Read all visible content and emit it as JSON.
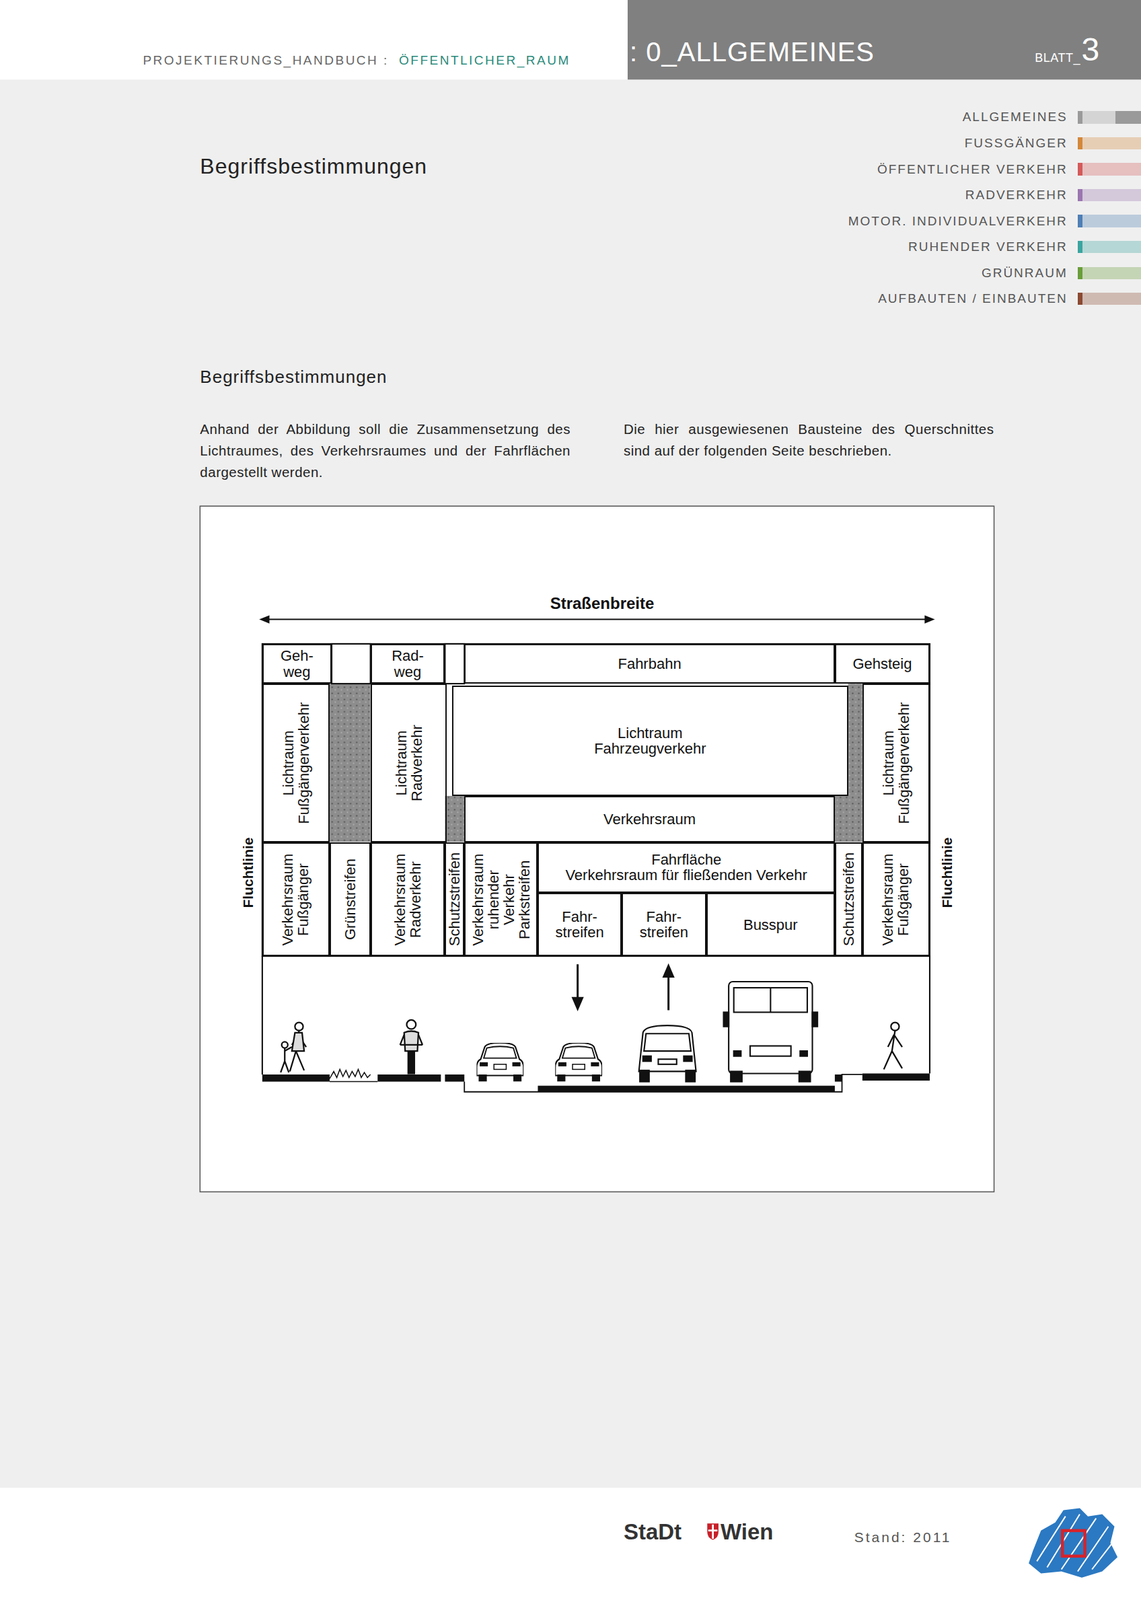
{
  "diagram": {
    "title": "Begriffsbestimmungen",
    "nodes": [
      {
        "text": [
          "Geh- weg"
        ]
      },
      {
        "text": [
          "Rad- weg"
        ]
      },
      {
        "text": [
          "Fahrbahn"
        ]
      },
      {
        "text": [
          "Gehsteig"
        ]
      },
      {
        "text": [
          "Lichtraum Fußgängerverkehr"
        ]
      },
      {
        "text": [
          "Lichtraum Radverkehr"
        ]
      },
      {
        "text": [
          "Lichtraum Fahrzeugverkehr"
        ]
      },
      {
        "text": [
          "Verkehrsraum"
        ]
      },
      {
        "text": [
          "Lichtraum Fußgängerverkehr"
        ]
      },
      {
        "text": [
          "Verkehrsraum Fußgänger"
        ]
      },
      {
        "text": [
          "Grünstreifen"
        ]
      },
      {
        "text": [
          "Verkehrsraum Radverkehr"
        ]
      },
      {
        "text": [
          "Schutzstreifen"
        ]
      },
      {
        "text": [
          "Verkehrsraum ruhender Verkehr Parkstreifen"
        ]
      },
      {
        "text": [
          "Fahrfläche",
          "Verkehrsraum für fließenden Verkehr"
        ]
      },
      {
        "text": [
          "Fahr- streifen"
        ]
      },
      {
        "text": [
          "Fahr- streifen"
        ]
      },
      {
        "text": [
          "Busspur"
        ]
      },
      {
        "text": [
          "Schutzstreifen"
        ]
      },
      {
        "text": [
          "Verkehrsraum Fußgänger"
        ]
      }
    ],
    "labels": [
      "PROJEKTIERUNGS_HANDBUCH :",
      "ÖFFENTLICHER_RAUM",
      ": 0_ALLGEMEINES",
      "BLATT_",
      "3",
      "Begriffsbestimmungen",
      "Anhand der Abbildung soll die Zusammensetzung des Lichtraumes, des Verkehrsraumes und der Fahrflächen dargestellt werden.",
      "Die hier ausgewiesenen Bausteine des Querschnittes sind auf der folgenden Seite beschrieben.",
      "Straßenbreite",
      "Fluchtlinie",
      "Fluchtlinie",
      "StaDt",
      "Wien",
      "Stand: 2011"
    ],
    "legend": [
      {
        "text": "ALLGEMEINES",
        "color": "#9a9a9a"
      },
      {
        "text": "FUSSGÄNGER",
        "color": "#d4883a"
      },
      {
        "text": "ÖFFENTLICHER VERKEHR",
        "color": "#d45a5a"
      },
      {
        "text": "RADVERKEHR",
        "color": "#9b76b0"
      },
      {
        "text": "MOTOR. INDIVIDUALVERKEHR",
        "color": "#4f7fb5"
      },
      {
        "text": "RUHENDER VERKEHR",
        "color": "#3aa5a0"
      },
      {
        "text": "GRÜNRAUM",
        "color": "#6a9e3a"
      },
      {
        "text": "AUFBAUTEN / EINBAUTEN",
        "color": "#8b4a32"
      }
    ]
  }
}
